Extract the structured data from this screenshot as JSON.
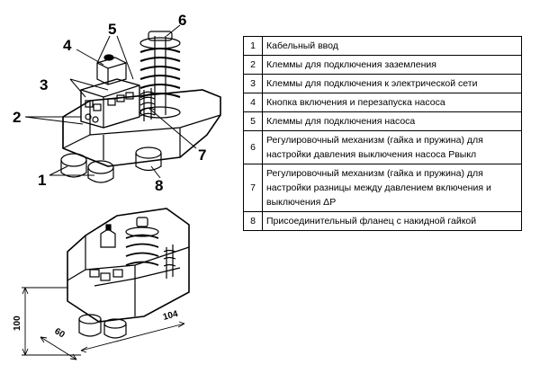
{
  "callouts": [
    "1",
    "2",
    "3",
    "4",
    "5",
    "6",
    "7",
    "8"
  ],
  "dimensions": {
    "height": "100",
    "depth": "60",
    "width": "104"
  },
  "legend": [
    {
      "num": "1",
      "text": "Кабельный ввод"
    },
    {
      "num": "2",
      "text": "Клеммы для подключения заземления"
    },
    {
      "num": "3",
      "text": "Клеммы для подключения к электрической сети"
    },
    {
      "num": "4",
      "text": "Кнопка включения и  перезапуска насоса"
    },
    {
      "num": "5",
      "text": "Клеммы для подключения насоса"
    },
    {
      "num": "6",
      "text": "Регулировочный механизм (гайка и пружина) для настройки давления выключения насоса Рвыкл"
    },
    {
      "num": "7",
      "text": "Регулировочный механизм (гайка и пружина) для настройки разницы между давлением включения и выключения ΔР"
    },
    {
      "num": "8",
      "text": "Присоединительный фланец с накидной гайкой"
    }
  ]
}
